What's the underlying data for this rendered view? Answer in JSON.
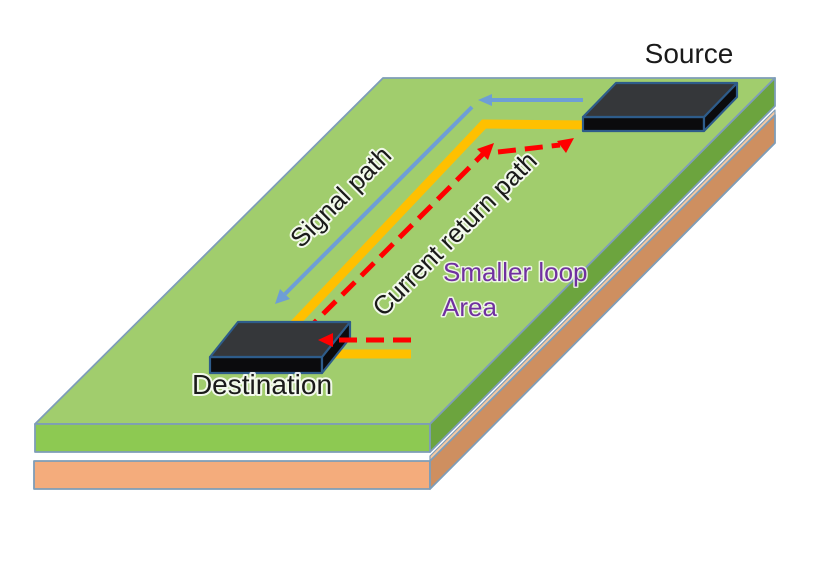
{
  "labels": {
    "source": "Source",
    "destination": "Destination",
    "signal_path": "Signal path",
    "current_return_path": "Current return path",
    "loop_area_line1": "Smaller loop",
    "loop_area_line2": "Area"
  },
  "colors": {
    "pcb_top": "#A1CD6D",
    "pcb_front": "#8DC952",
    "pcb_side": "#6CA43E",
    "ground_top": "#F5C9A3",
    "ground_front": "#F4AC7C",
    "ground_side": "#CE8F60",
    "board_outline": "#7E9DB8",
    "chip_top": "#35373A",
    "chip_body": "#0B0B0D",
    "chip_outline": "#2E5C8A",
    "signal_trace_yellow": "#FFC000",
    "signal_path_blue": "#6E9ED6",
    "return_path_red": "#FF0000",
    "loop_label_purple": "#7030A0",
    "label_text": "#1A1A1A"
  }
}
